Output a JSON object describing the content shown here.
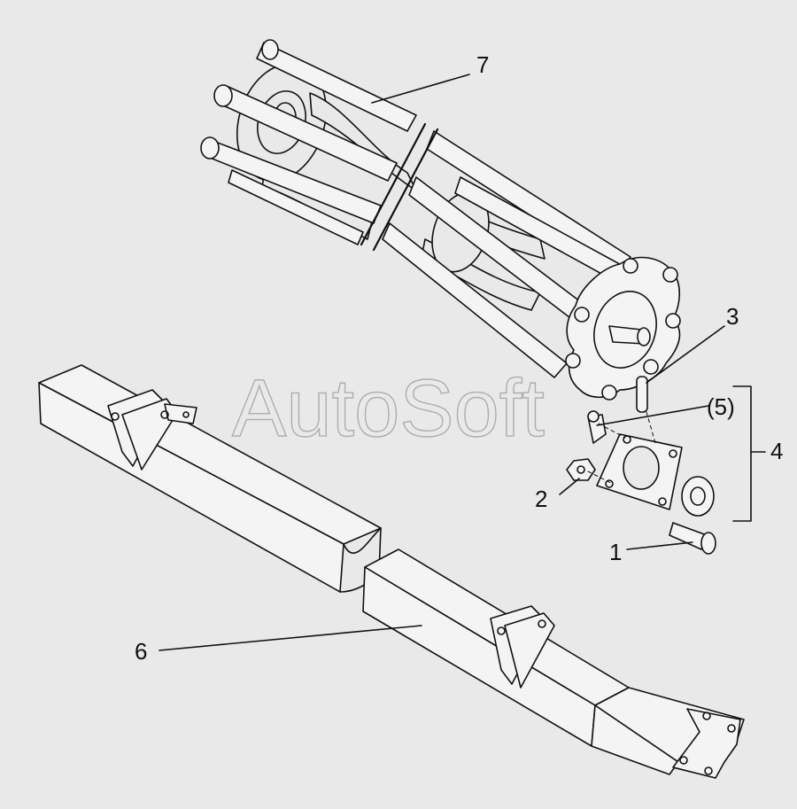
{
  "watermark": "AutoSoft",
  "callouts": [
    {
      "id": "1",
      "label": "1"
    },
    {
      "id": "2",
      "label": "2"
    },
    {
      "id": "3",
      "label": "3"
    },
    {
      "id": "4",
      "label": "4"
    },
    {
      "id": "5",
      "label": "(5)"
    },
    {
      "id": "6",
      "label": "6"
    },
    {
      "id": "7",
      "label": "7"
    }
  ]
}
